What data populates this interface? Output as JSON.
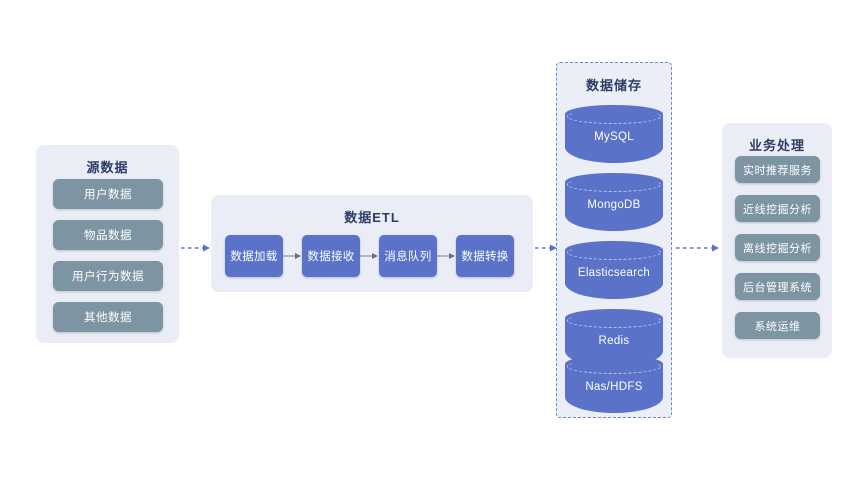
{
  "diagram": {
    "title_color": "#2c3e63",
    "accent_blue": "#5a73c8",
    "chip_grey": "#7d94a3",
    "panel_bg": "#ebedf6"
  },
  "source": {
    "title": "源数据",
    "items": [
      {
        "label": "用户数据"
      },
      {
        "label": "物品数据"
      },
      {
        "label": "用户行为数据"
      },
      {
        "label": "其他数据"
      }
    ]
  },
  "etl": {
    "title": "数据ETL",
    "steps": [
      {
        "label": "数据加载"
      },
      {
        "label": "数据接收"
      },
      {
        "label": "消息队列"
      },
      {
        "label": "数据转换"
      }
    ]
  },
  "storage": {
    "title": "数据储存",
    "items": [
      {
        "label": "MySQL"
      },
      {
        "label": "MongoDB"
      },
      {
        "label": "Elasticsearch"
      },
      {
        "label": "Redis"
      },
      {
        "label": "Nas/HDFS"
      }
    ]
  },
  "business": {
    "title": "业务处理",
    "items": [
      {
        "label": "实时推荐服务"
      },
      {
        "label": "近线挖掘分析"
      },
      {
        "label": "离线挖掘分析"
      },
      {
        "label": "后台管理系统"
      },
      {
        "label": "系统运维"
      }
    ]
  },
  "connectors": [
    {
      "name": "source-to-etl",
      "style": "dashed"
    },
    {
      "name": "etl-to-storage",
      "style": "dashed"
    },
    {
      "name": "storage-to-business",
      "style": "dashed"
    }
  ]
}
